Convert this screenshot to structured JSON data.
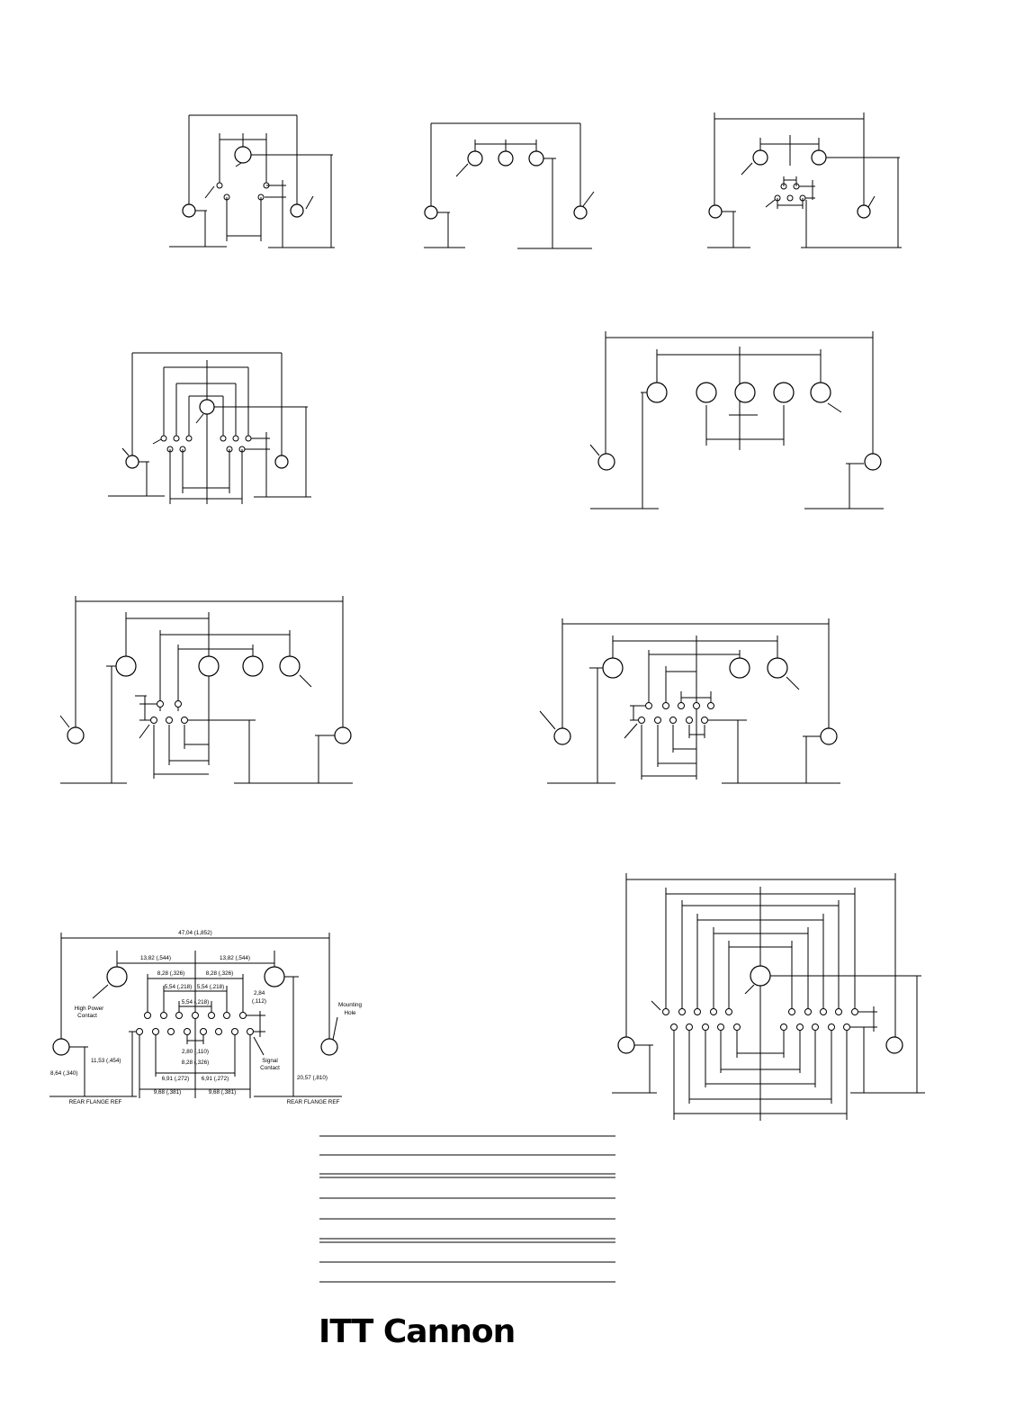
{
  "brand": {
    "logo_text": "ITT Cannon"
  },
  "detail_drawing": {
    "overall_width": "47,04 (1,852)",
    "dim_left_pitch": "13,82 (,544)",
    "dim_right_pitch": "13,82 (,544)",
    "dim_inner_left": "8,28 (,326)",
    "dim_inner_right": "8,28 (,326)",
    "dim_small_left": "5,54 (,218)",
    "dim_small_right": "5,54 (,218)",
    "dim_center": "5,54 (,218)",
    "dim_row_offset": "2,84",
    "dim_row_offset_in": "(,112)",
    "dim_signal_pitch": "2,80 (,110)",
    "dim_signal_span": "8,28 (,326)",
    "dim_lower_left": "6,91 (,272)",
    "dim_lower_right": "6,91 (,272)",
    "dim_bottom_left": "9,68 (,381)",
    "dim_bottom_right": "9,68 (,381)",
    "dim_hole_height": "8,64 (,340)",
    "dim_signal_height": "11,53 (,454)",
    "dim_power_height": "20,57 (,810)",
    "label_high_power_1": "High Power",
    "label_high_power_2": "Contact",
    "label_mounting_1": "Mounting",
    "label_mounting_2": "Hole",
    "label_signal_1": "Signal",
    "label_signal_2": "Contact",
    "rear_flange_left": "REAR FLANGE REF",
    "rear_flange_right": "REAR FLANGE REF"
  }
}
